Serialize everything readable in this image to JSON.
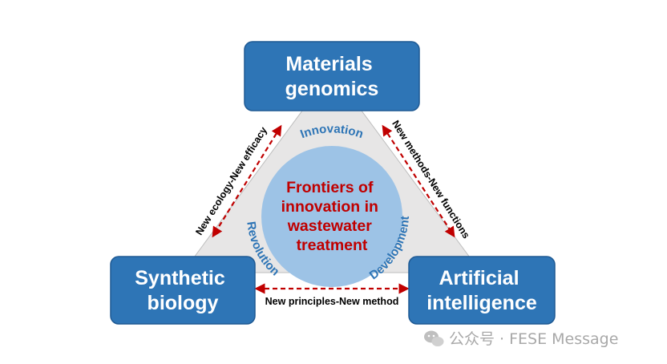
{
  "nodes": {
    "top": {
      "lines": [
        "Materials",
        "genomics"
      ]
    },
    "left": {
      "lines": [
        "Synthetic",
        "biology"
      ]
    },
    "right": {
      "lines": [
        "Artificial",
        "intelligence"
      ]
    }
  },
  "center": {
    "lines": [
      "Frontiers of",
      "innovation in",
      "wastewater",
      "treatment"
    ]
  },
  "ring_labels": {
    "top": "Innovation",
    "left": "Revolution",
    "right": "Development"
  },
  "edges": {
    "left": "New ecology-New efficacy",
    "right": "New methods-New functions",
    "bottom": "New principles-New method"
  },
  "watermark": {
    "text": "公众号 · FESE Message",
    "icon": "wechat-icon"
  },
  "colors": {
    "box": "#2e75b6",
    "box_border": "#1f5a94",
    "circle": "#9dc3e6",
    "triangle": "#e7e6e6",
    "center_text": "#c00000",
    "ring_text": "#2e75b6",
    "arrow": "#c00000"
  }
}
